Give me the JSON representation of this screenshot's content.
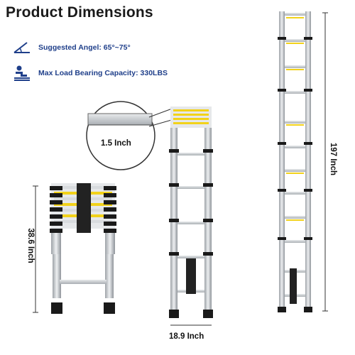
{
  "title": "Product Dimensions",
  "specs": {
    "angle": {
      "label": "Suggested Angel: 65°~75°",
      "icon": "angle-icon"
    },
    "load": {
      "label": "Max Load Bearing Capacity: 330LBS",
      "icon": "person-load-icon"
    }
  },
  "dimensions": {
    "tube": "1.5 Inch",
    "collapsed_height": "38.6 Inch",
    "width": "18.9 Inch",
    "extended_height": "197 Inch"
  },
  "colors": {
    "accent": "#1f3f8a",
    "rail": "#c9ccd0",
    "rung_yellow": "#f2d21a",
    "cap": "#1a1a1a"
  }
}
